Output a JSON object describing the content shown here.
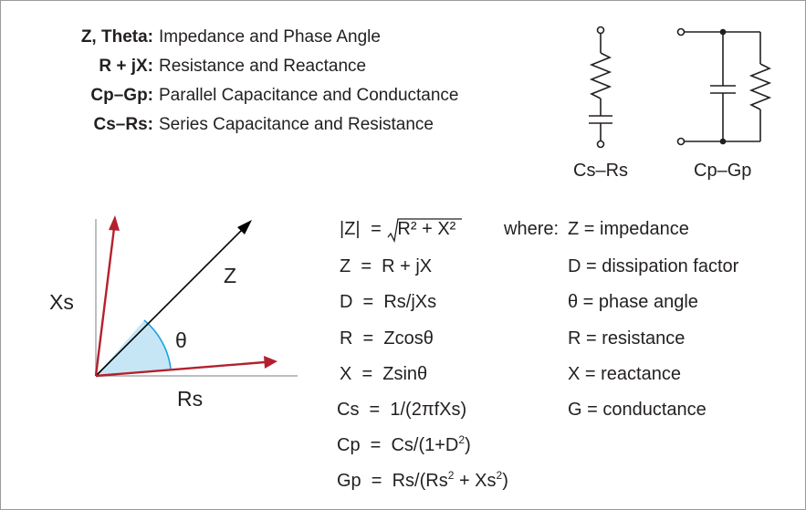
{
  "modes": [
    {
      "key": "Z, Theta:",
      "desc": "Impedance and Phase Angle"
    },
    {
      "key": "R + jX:",
      "desc": "Resistance and Reactance"
    },
    {
      "key": "Cp–Gp:",
      "desc": "Parallel Capacitance and Conductance"
    },
    {
      "key": "Cs–Rs:",
      "desc": "Series Capacitance and Resistance"
    }
  ],
  "circuits": {
    "series_label": "Cs–Rs",
    "parallel_label": "Cp–Gp"
  },
  "vector_diagram": {
    "z_label": "Z",
    "xs_label": "Xs",
    "rs_label": "Rs",
    "theta_label": "θ",
    "colors": {
      "vector": "#000000",
      "component": "#b5202e",
      "angle_fill": "#c6e6f6",
      "angle_arc": "#1aa3d9",
      "axis": "#a7a9ac"
    }
  },
  "formulas": {
    "f1_lhs": "|Z|",
    "f1_eq": "=",
    "f1_rhs": "R² + X²",
    "f2": "Z  =  R + jX",
    "f3": "D  =  Rs/jXs",
    "f4": "R  =  Zcosθ",
    "f5": "X  =  Zsinθ",
    "f6": "Cs  =  1/(2πfXs)",
    "f7_a": "Cp  =  Cs/(1+D",
    "f7_sup": "2",
    "f7_b": ")",
    "f8_a": "Gp  =  Rs/(Rs",
    "f8_sup1": "2",
    "f8_b": " + Xs",
    "f8_sup2": "2",
    "f8_c": ")"
  },
  "legend": {
    "where": "where:",
    "items": [
      "Z = impedance",
      "D = dissipation factor",
      "θ = phase angle",
      "R = resistance",
      "X = reactance",
      "G = conductance"
    ]
  }
}
